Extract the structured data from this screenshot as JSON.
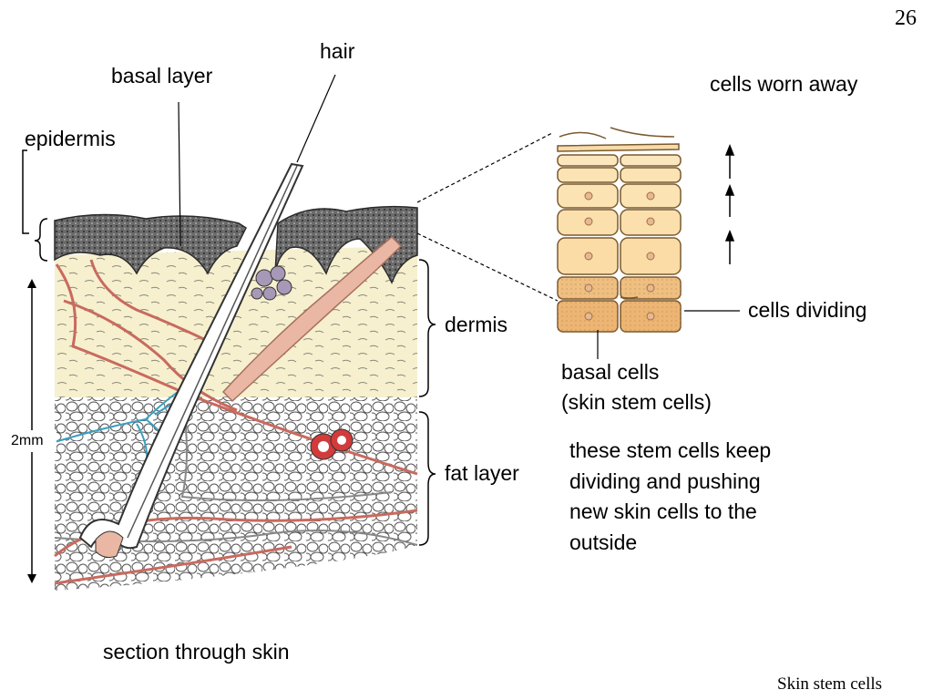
{
  "slide": {
    "page_number": "26",
    "footer_title": "Skin stem cells"
  },
  "skin_section": {
    "caption": "section through skin",
    "labels": {
      "hair": "hair",
      "basal_layer": "basal layer",
      "epidermis": "epidermis",
      "dermis": "dermis",
      "fat_layer": "fat layer",
      "scale": "2mm"
    }
  },
  "cell_column": {
    "top_label": "cells worn away",
    "dividing_label": "cells dividing",
    "basal_label_line1": "basal cells",
    "basal_label_line2": "(skin stem cells)",
    "explanation": [
      "these stem cells keep",
      "dividing and pushing",
      "new skin cells to the",
      "outside"
    ]
  },
  "colors": {
    "epidermis": "#4a4a4a",
    "dermis": "#f6f0cf",
    "fat": "#ffffff",
    "vessel": "#c96a5e",
    "nerve": "#3a9fc0",
    "cell_light": "#fbe3b4",
    "cell_dark": "#efb977"
  }
}
